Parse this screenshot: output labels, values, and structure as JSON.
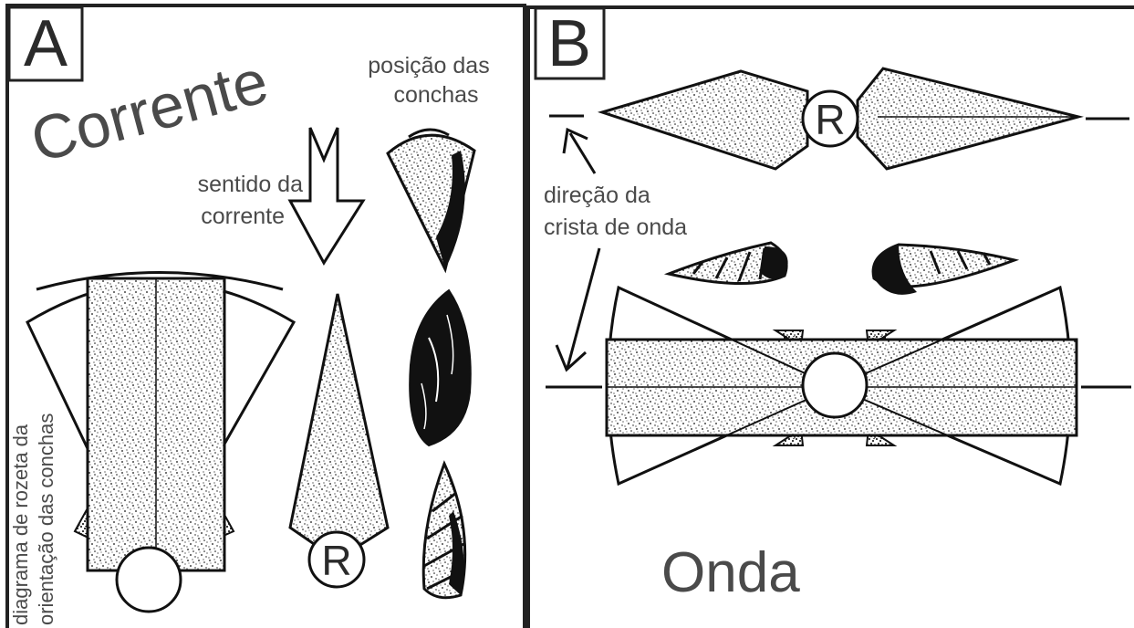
{
  "panel_a": {
    "letter": "A",
    "title": "Corrente",
    "shell_position_label": [
      "posição das",
      "conchas"
    ],
    "current_direction_label": [
      "sentido da",
      "corrente"
    ],
    "rose_diagram_label": [
      "diagrama de rozeta da",
      "orientação das conchas"
    ],
    "reference_marker": "R"
  },
  "panel_b": {
    "letter": "B",
    "title": "Onda",
    "crest_direction_label": [
      "direção da",
      "crista de onda"
    ],
    "reference_marker": "R"
  },
  "colors": {
    "ink": "#1a1a1a",
    "text": "#4a4a4a",
    "background": "#ffffff"
  }
}
